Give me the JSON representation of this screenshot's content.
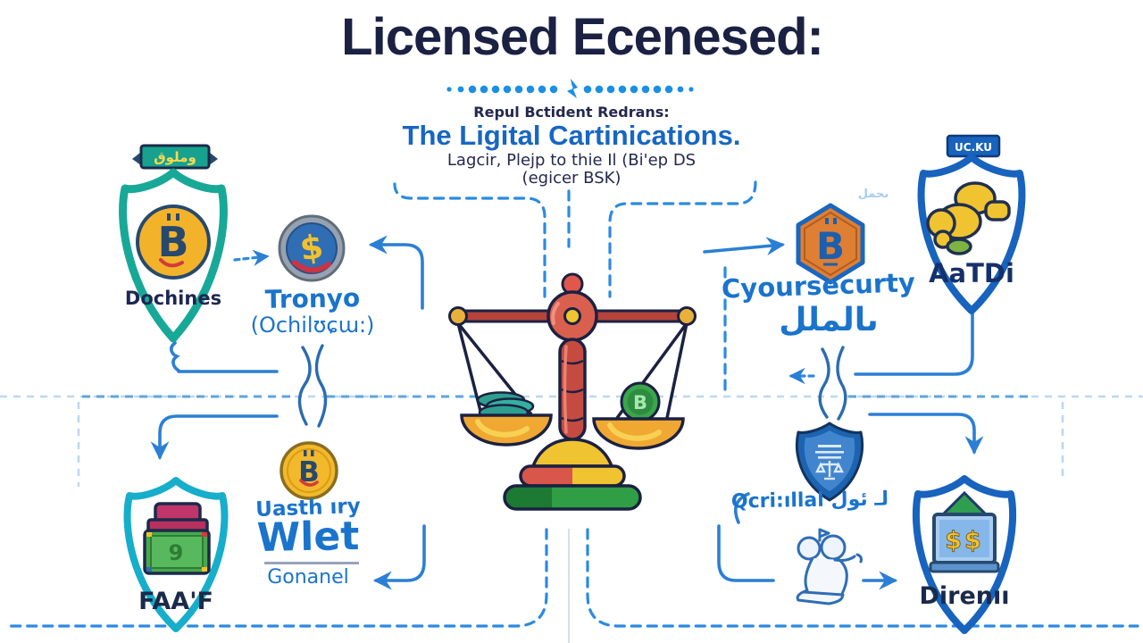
{
  "title": "Licensed Ecenesed:",
  "subtitle": {
    "kicker": "Repul Bctident Redrans:",
    "heading": "The Ligital Cartinications.",
    "line1": "Lagcir, Plejp to thie Il (Bi'ep DS",
    "line2": "(egicer BSK)"
  },
  "nodes": {
    "dochines": {
      "banner": "وملوق",
      "label": "Dochines",
      "coin_glyph": "B"
    },
    "tronyo": {
      "label": "Tronyo",
      "sublabel": "(Ochilʊɕɯ:)",
      "coin_glyph": "$"
    },
    "cyber": {
      "label": "Cyoursecurty",
      "arabic": "ىالملل",
      "hex_glyph": "B"
    },
    "aatdi": {
      "banner": "UC.KU",
      "label": "AaTDi",
      "note": "ىحمل"
    },
    "faaf": {
      "label": "FAA'F",
      "device_glyph": "9"
    },
    "wallet": {
      "line1": "Uasth ıry",
      "label": "Wlet",
      "line3": "Gonanel",
      "coin_glyph": "B"
    },
    "compliance": {
      "label": "Qcri:ıllal لـ ئول"
    },
    "direni": {
      "label": "Direnıı",
      "screen_glyph": "$$"
    },
    "scale": {
      "right_coin_glyph": "B"
    }
  },
  "colors": {
    "navy": "#1b2142",
    "accent_blue": "#1a74cc",
    "line_blue": "#2b7fd4",
    "teal_shield": "#18a897",
    "cyan_shield": "#16aecb",
    "blue_shield": "#1763be",
    "coin_yellow": "#f2b92c",
    "hex_orange": "#de7f33",
    "scale_red": "#c54b41",
    "base_green": "#2f9e44"
  }
}
